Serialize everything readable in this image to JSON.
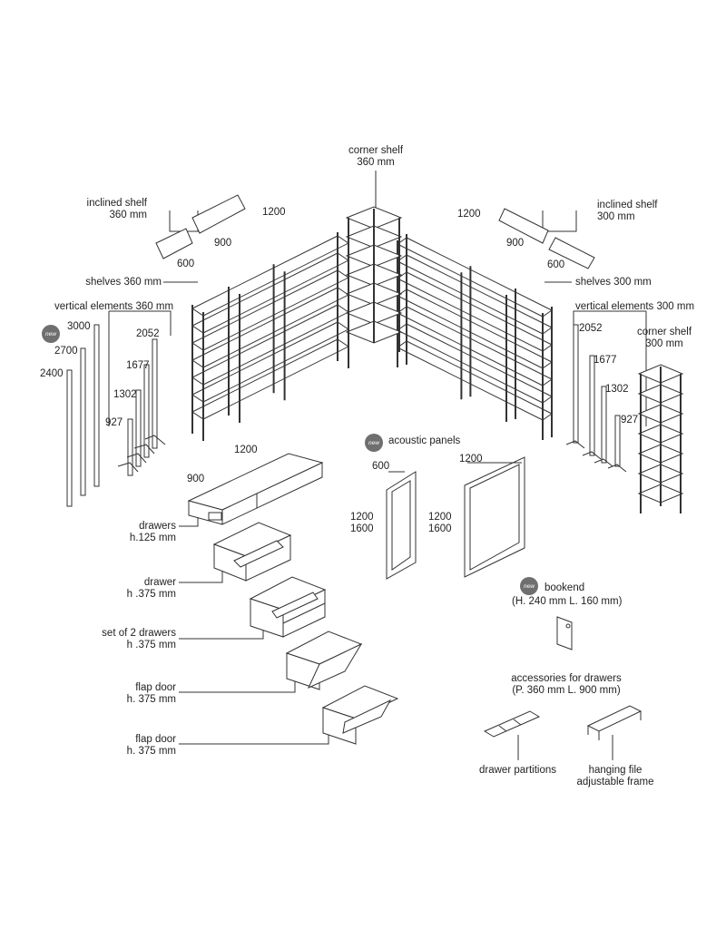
{
  "top": {
    "corner_shelf_360": [
      "corner shelf",
      "360 mm"
    ],
    "inclined_shelf_360": [
      "inclined shelf",
      "360 mm"
    ],
    "inclined_shelf_300": [
      "inclined shelf",
      "300 mm"
    ],
    "dims_left": {
      "d1200": "1200",
      "d900": "900",
      "d600": "600"
    },
    "dims_right": {
      "d1200": "1200",
      "d900": "900",
      "d600": "600"
    },
    "shelves_360": "shelves 360 mm",
    "shelves_300": "shelves 300 mm"
  },
  "vertical_360": {
    "title": "vertical elements 360 mm",
    "heights": [
      "3000",
      "2700",
      "2400",
      "2052",
      "1677",
      "1302",
      "927"
    ]
  },
  "vertical_300": {
    "title": "vertical elements 300 mm",
    "heights": [
      "2052",
      "1677",
      "1302",
      "927"
    ],
    "corner_shelf": [
      "corner shelf",
      "300 mm"
    ]
  },
  "badges": {
    "new": "new"
  },
  "drawers_section": {
    "d1200": "1200",
    "d900": "900",
    "items": [
      [
        "drawers",
        "h.125 mm"
      ],
      [
        "drawer",
        "h .375 mm"
      ],
      [
        "set of 2 drawers",
        "h .375 mm"
      ],
      [
        "flap door",
        "h. 375 mm"
      ],
      [
        "flap door",
        "h. 375 mm"
      ]
    ]
  },
  "acoustic_panels": {
    "title": "acoustic panels",
    "panel1": {
      "width": "600",
      "heights": [
        "1200",
        "1600"
      ]
    },
    "panel2": {
      "width": "1200",
      "heights": [
        "1200",
        "1600"
      ]
    }
  },
  "bookend": {
    "title": "bookend",
    "dims": "(H. 240 mm L. 160 mm)"
  },
  "accessories": {
    "title": [
      "accessories for drawers",
      "(P. 360 mm L. 900 mm)"
    ],
    "drawer_partitions": "drawer partitions",
    "hanging_file": [
      "hanging file",
      "adjustable frame"
    ]
  }
}
